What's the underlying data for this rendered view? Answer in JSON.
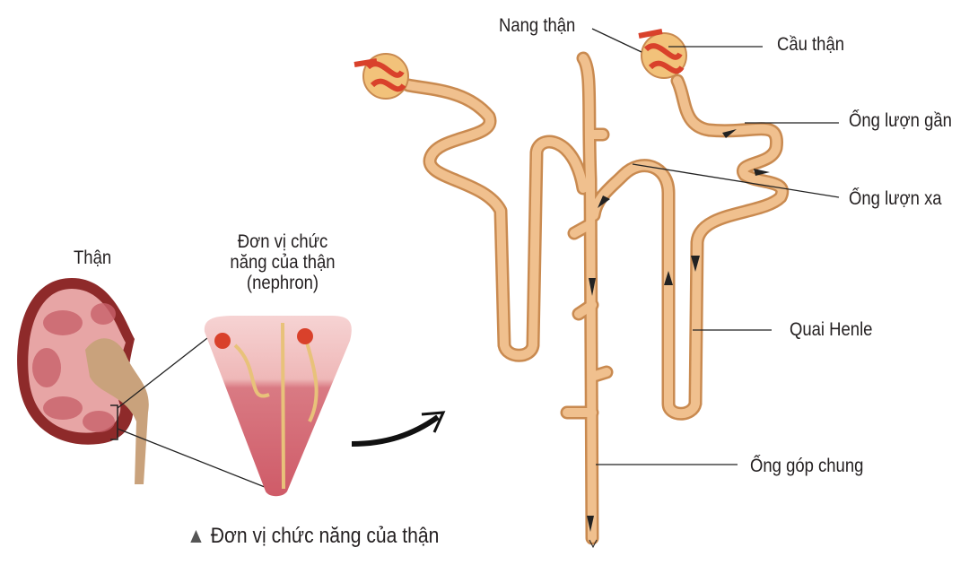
{
  "labels": {
    "nang_than": "Nang thận",
    "cau_than": "Cầu thận",
    "ong_luon_gan": "Ống lượn gần",
    "ong_luon_xa": "Ống lượn xa",
    "quai_henle": "Quai Henle",
    "ong_gop_chung": "Ống góp chung",
    "than": "Thận",
    "nephron_line1": "Đơn vị chức",
    "nephron_line2": "năng của thận",
    "nephron_line3": "(nephron)"
  },
  "caption": {
    "marker": "▲",
    "text": "Đơn vị chức năng của thận"
  },
  "colors": {
    "tube": "#f0c08e",
    "tube_edge": "#c98a50",
    "glomerulus": "#d9412b",
    "kidney": "#8e2a2a",
    "cortex": "#e7a5a5"
  }
}
